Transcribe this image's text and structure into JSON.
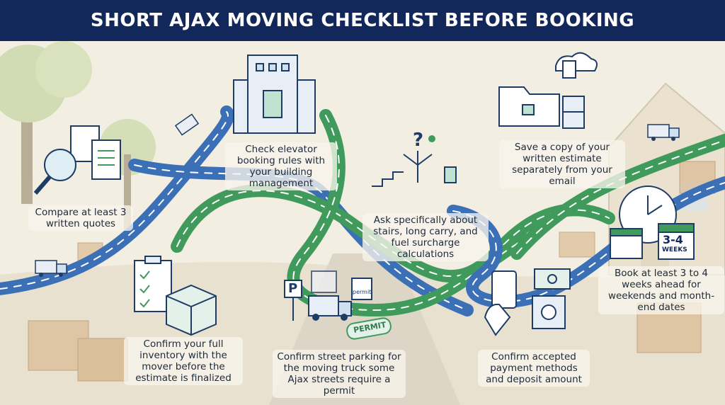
{
  "title": "SHORT AJAX MOVING CHECKLIST BEFORE BOOKING",
  "items": [
    {
      "id": "quotes",
      "text": "Compare at least 3 written quotes"
    },
    {
      "id": "elevator",
      "text": "Check elevator booking rules with your building management"
    },
    {
      "id": "stairs",
      "text": "Ask specifically about stairs, long carry, and fuel surcharge calculations"
    },
    {
      "id": "estimate",
      "text": "Save a copy of your written estimate separately from your email"
    },
    {
      "id": "book",
      "text": "Book at least 3 to 4 weeks ahead for weekends and month-end dates"
    },
    {
      "id": "inventory",
      "text": "Confirm your full inventory with the mover before the estimate is finalized"
    },
    {
      "id": "parking",
      "text": "Confirm street parking for the moving truck some Ajax streets require a permit"
    },
    {
      "id": "payment",
      "text": "Confirm accepted payment methods and deposit amount"
    }
  ],
  "badges": {
    "permit_sign": "permit",
    "permit_stamp": "PERMIT",
    "parking_sign": "P",
    "weeks_number": "3-4",
    "weeks_word": "WEEKS",
    "question_mark": "?"
  },
  "colors": {
    "header": "#13285a",
    "road_blue": "#3b6fb6",
    "road_green": "#3f9a5c",
    "icon_stroke": "#1f3c66",
    "icon_fill": "#bfe3d0"
  }
}
